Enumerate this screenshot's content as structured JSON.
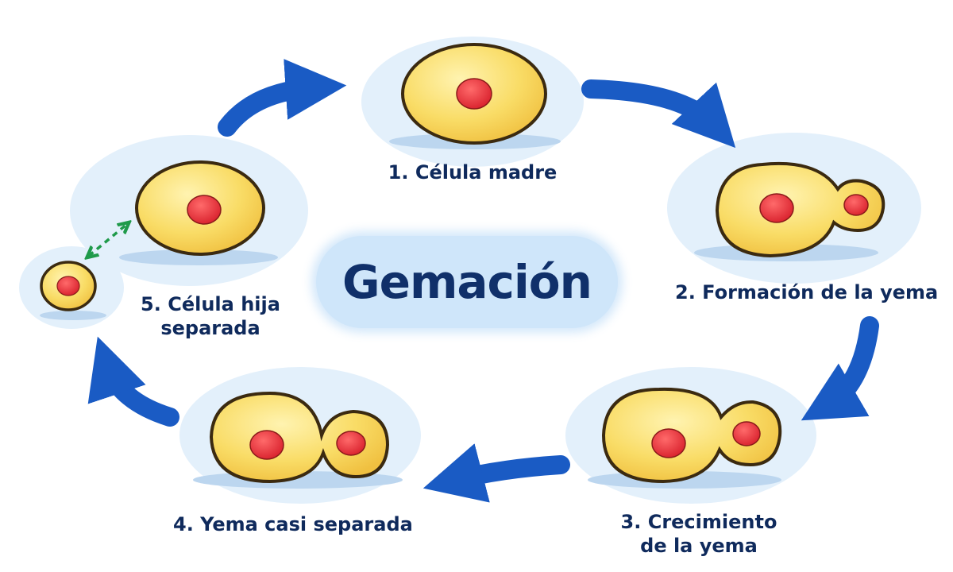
{
  "title": "Gemación",
  "steps": [
    {
      "label": "1. Célula madre"
    },
    {
      "label": "2. Formación de la yema"
    },
    {
      "label_line1": "3. Crecimiento",
      "label_line2": "de la yema"
    },
    {
      "label": "4. Yema casi separada"
    },
    {
      "label_line1": "5. Célula hija",
      "label_line2": "separada"
    }
  ],
  "colors": {
    "cell_fill": "#f9dc66",
    "cell_outline": "#3b2a10",
    "nucleus": "#e0303a",
    "arrow": "#1a5bc4",
    "halo": "#e3f0fb",
    "shadow": "#bcd6ef",
    "separation_arrow": "#1f9a4a",
    "title_bg": "#cfe6fa",
    "title_text": "#10306a"
  }
}
